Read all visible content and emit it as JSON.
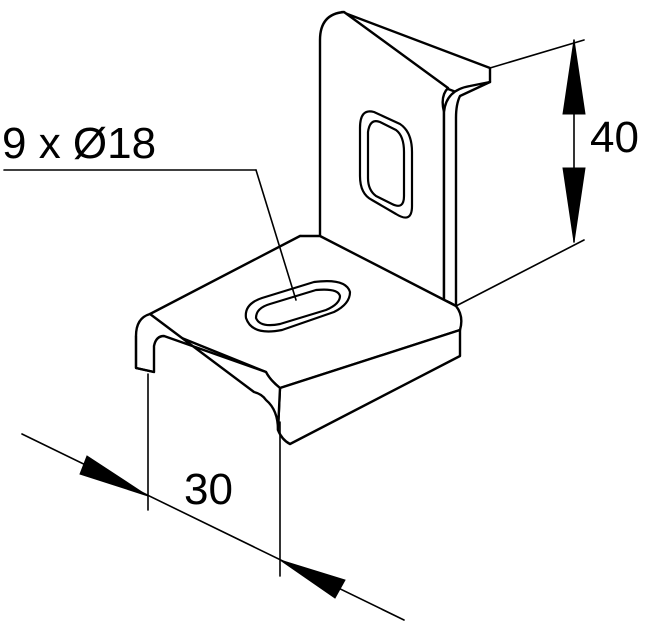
{
  "drawing": {
    "callout_label": "9 x Ø18",
    "dim_height_label": "40",
    "dim_width_label": "30"
  }
}
